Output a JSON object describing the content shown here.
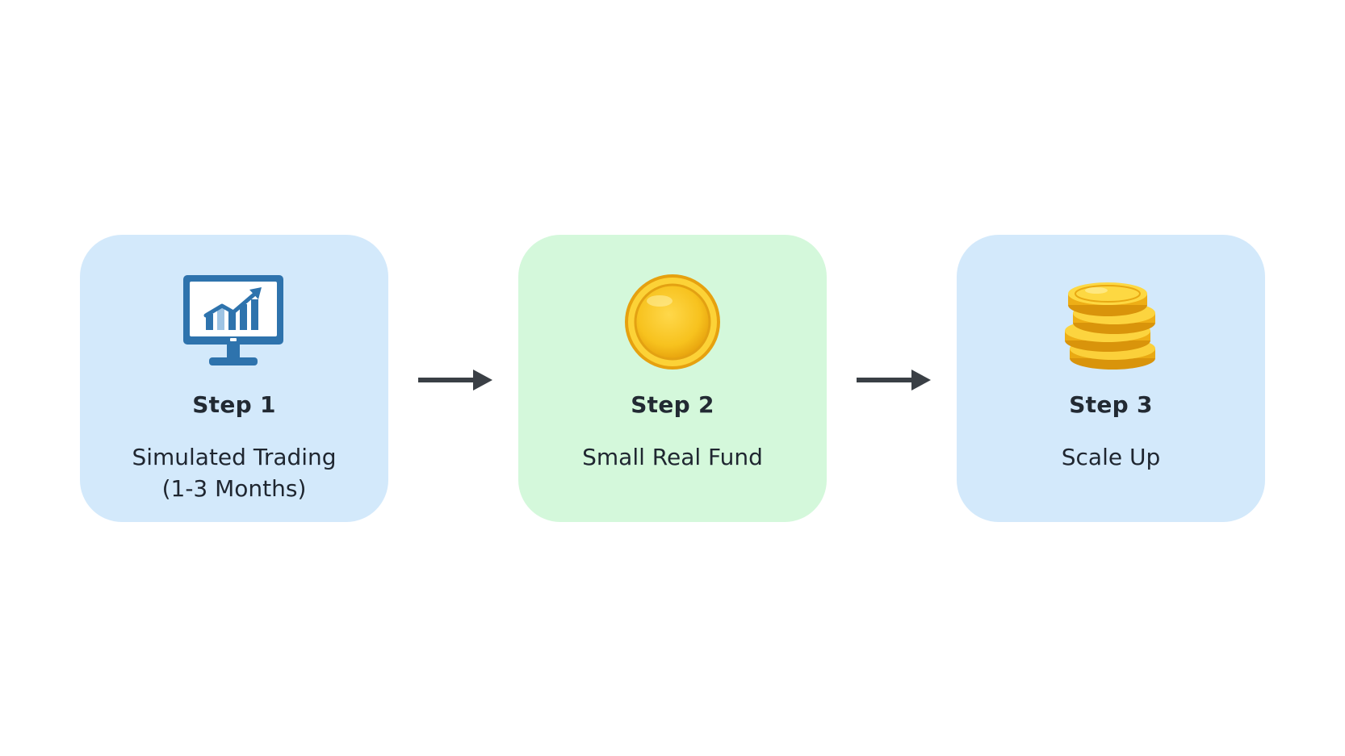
{
  "colors": {
    "card_blue": "#d3e9fb",
    "card_green": "#d4f8db",
    "arrow": "#3a3f45",
    "monitor": "#2e73ad",
    "coin_gold": "#f4bd1c"
  },
  "steps": [
    {
      "step": "Step 1",
      "description": "Simulated Trading\n(1-3 Months)",
      "icon": "monitor-chart-icon",
      "color": "#d3e9fb"
    },
    {
      "step": "Step 2",
      "description": "Small Real Fund",
      "icon": "gold-coin-icon",
      "color": "#d4f8db"
    },
    {
      "step": "Step 3",
      "description": "Scale Up",
      "icon": "coin-stack-icon",
      "color": "#d3e9fb"
    }
  ],
  "connectors": [
    {
      "from": 0,
      "to": 1,
      "icon": "arrow-right-icon"
    },
    {
      "from": 1,
      "to": 2,
      "icon": "arrow-right-icon"
    }
  ]
}
